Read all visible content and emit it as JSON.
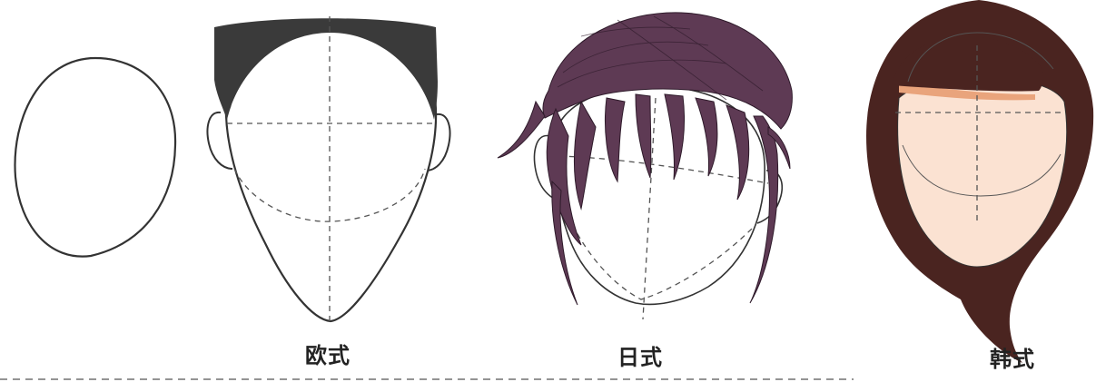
{
  "labels": {
    "european": "欧式",
    "japanese": "日式",
    "korean": "韩式"
  },
  "colors": {
    "outline": "#333333",
    "european_hair": "#3a3a3a",
    "japanese_hair": "#5e3a54",
    "korean_hair": "#4a2420",
    "korean_skin": "#fbe2d2",
    "korean_hairline_accent": "#e9a47c",
    "guide_dash": "#555555"
  }
}
